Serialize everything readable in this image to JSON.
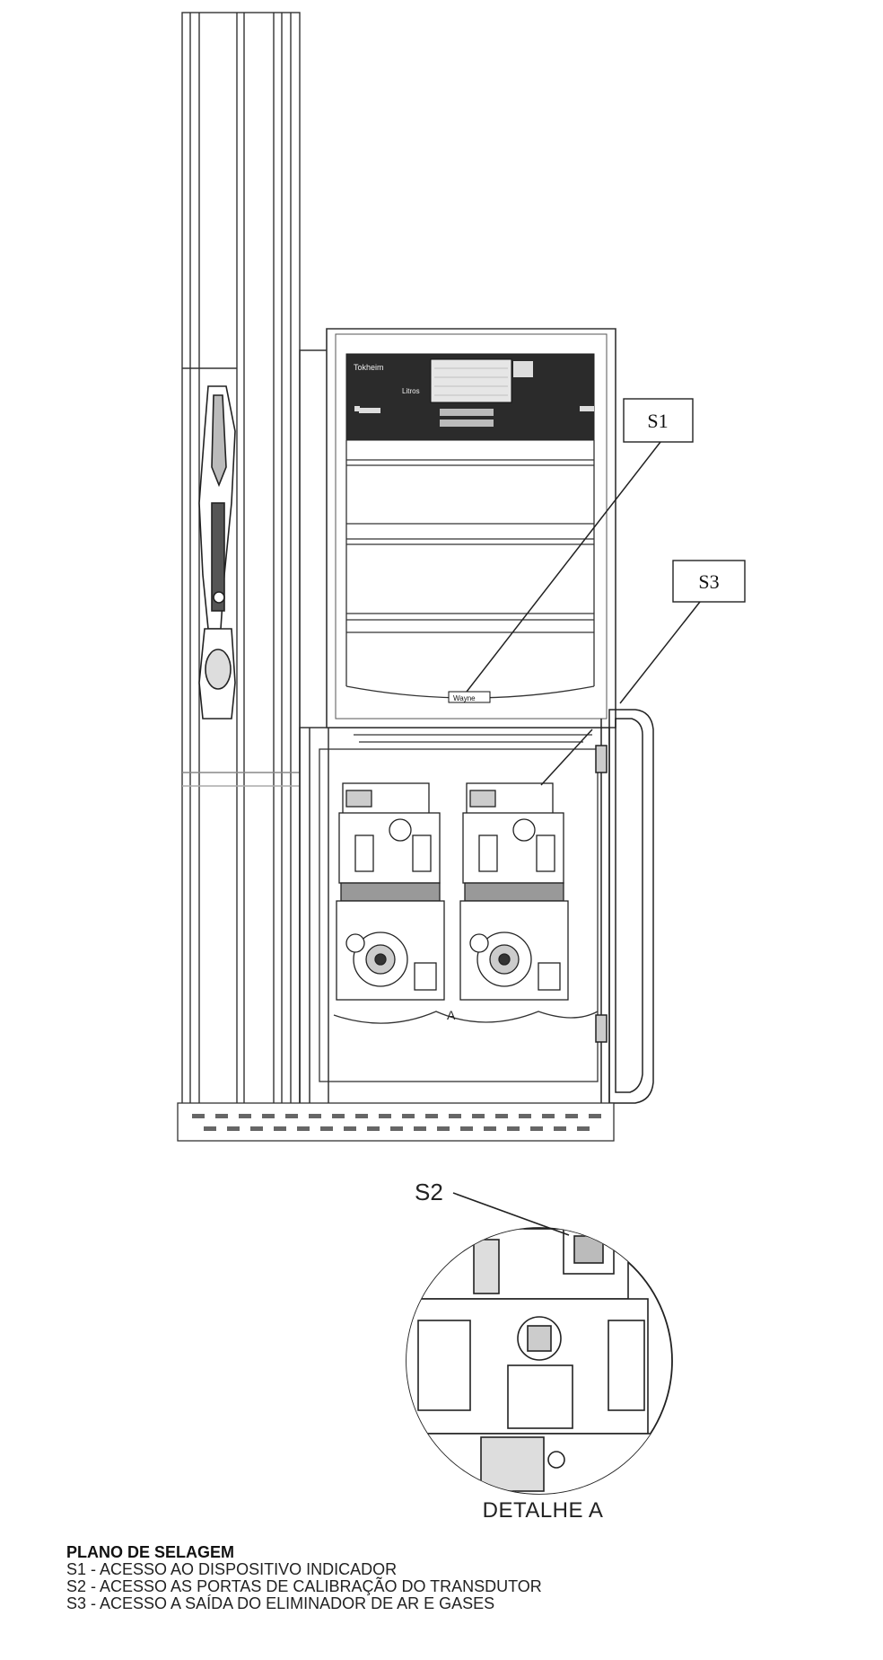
{
  "callouts": {
    "s1": "S1",
    "s3": "S3",
    "s2": "S2"
  },
  "display_panel": {
    "brand_text": "Tokheim",
    "unit_text": "Litros",
    "plate_text": "Wayne"
  },
  "meter_labels": {
    "section_marker": "A"
  },
  "detail": {
    "caption": "DETALHE A"
  },
  "legend": {
    "title": "PLANO DE SELAGEM",
    "items": [
      "S1 - ACESSO AO DISPOSITIVO INDICADOR",
      "S2 - ACESSO AS PORTAS DE CALIBRAÇÃO DO TRANSDUTOR",
      "S3 - ACESSO A SAÍDA DO ELIMINADOR DE AR E GASES"
    ]
  }
}
